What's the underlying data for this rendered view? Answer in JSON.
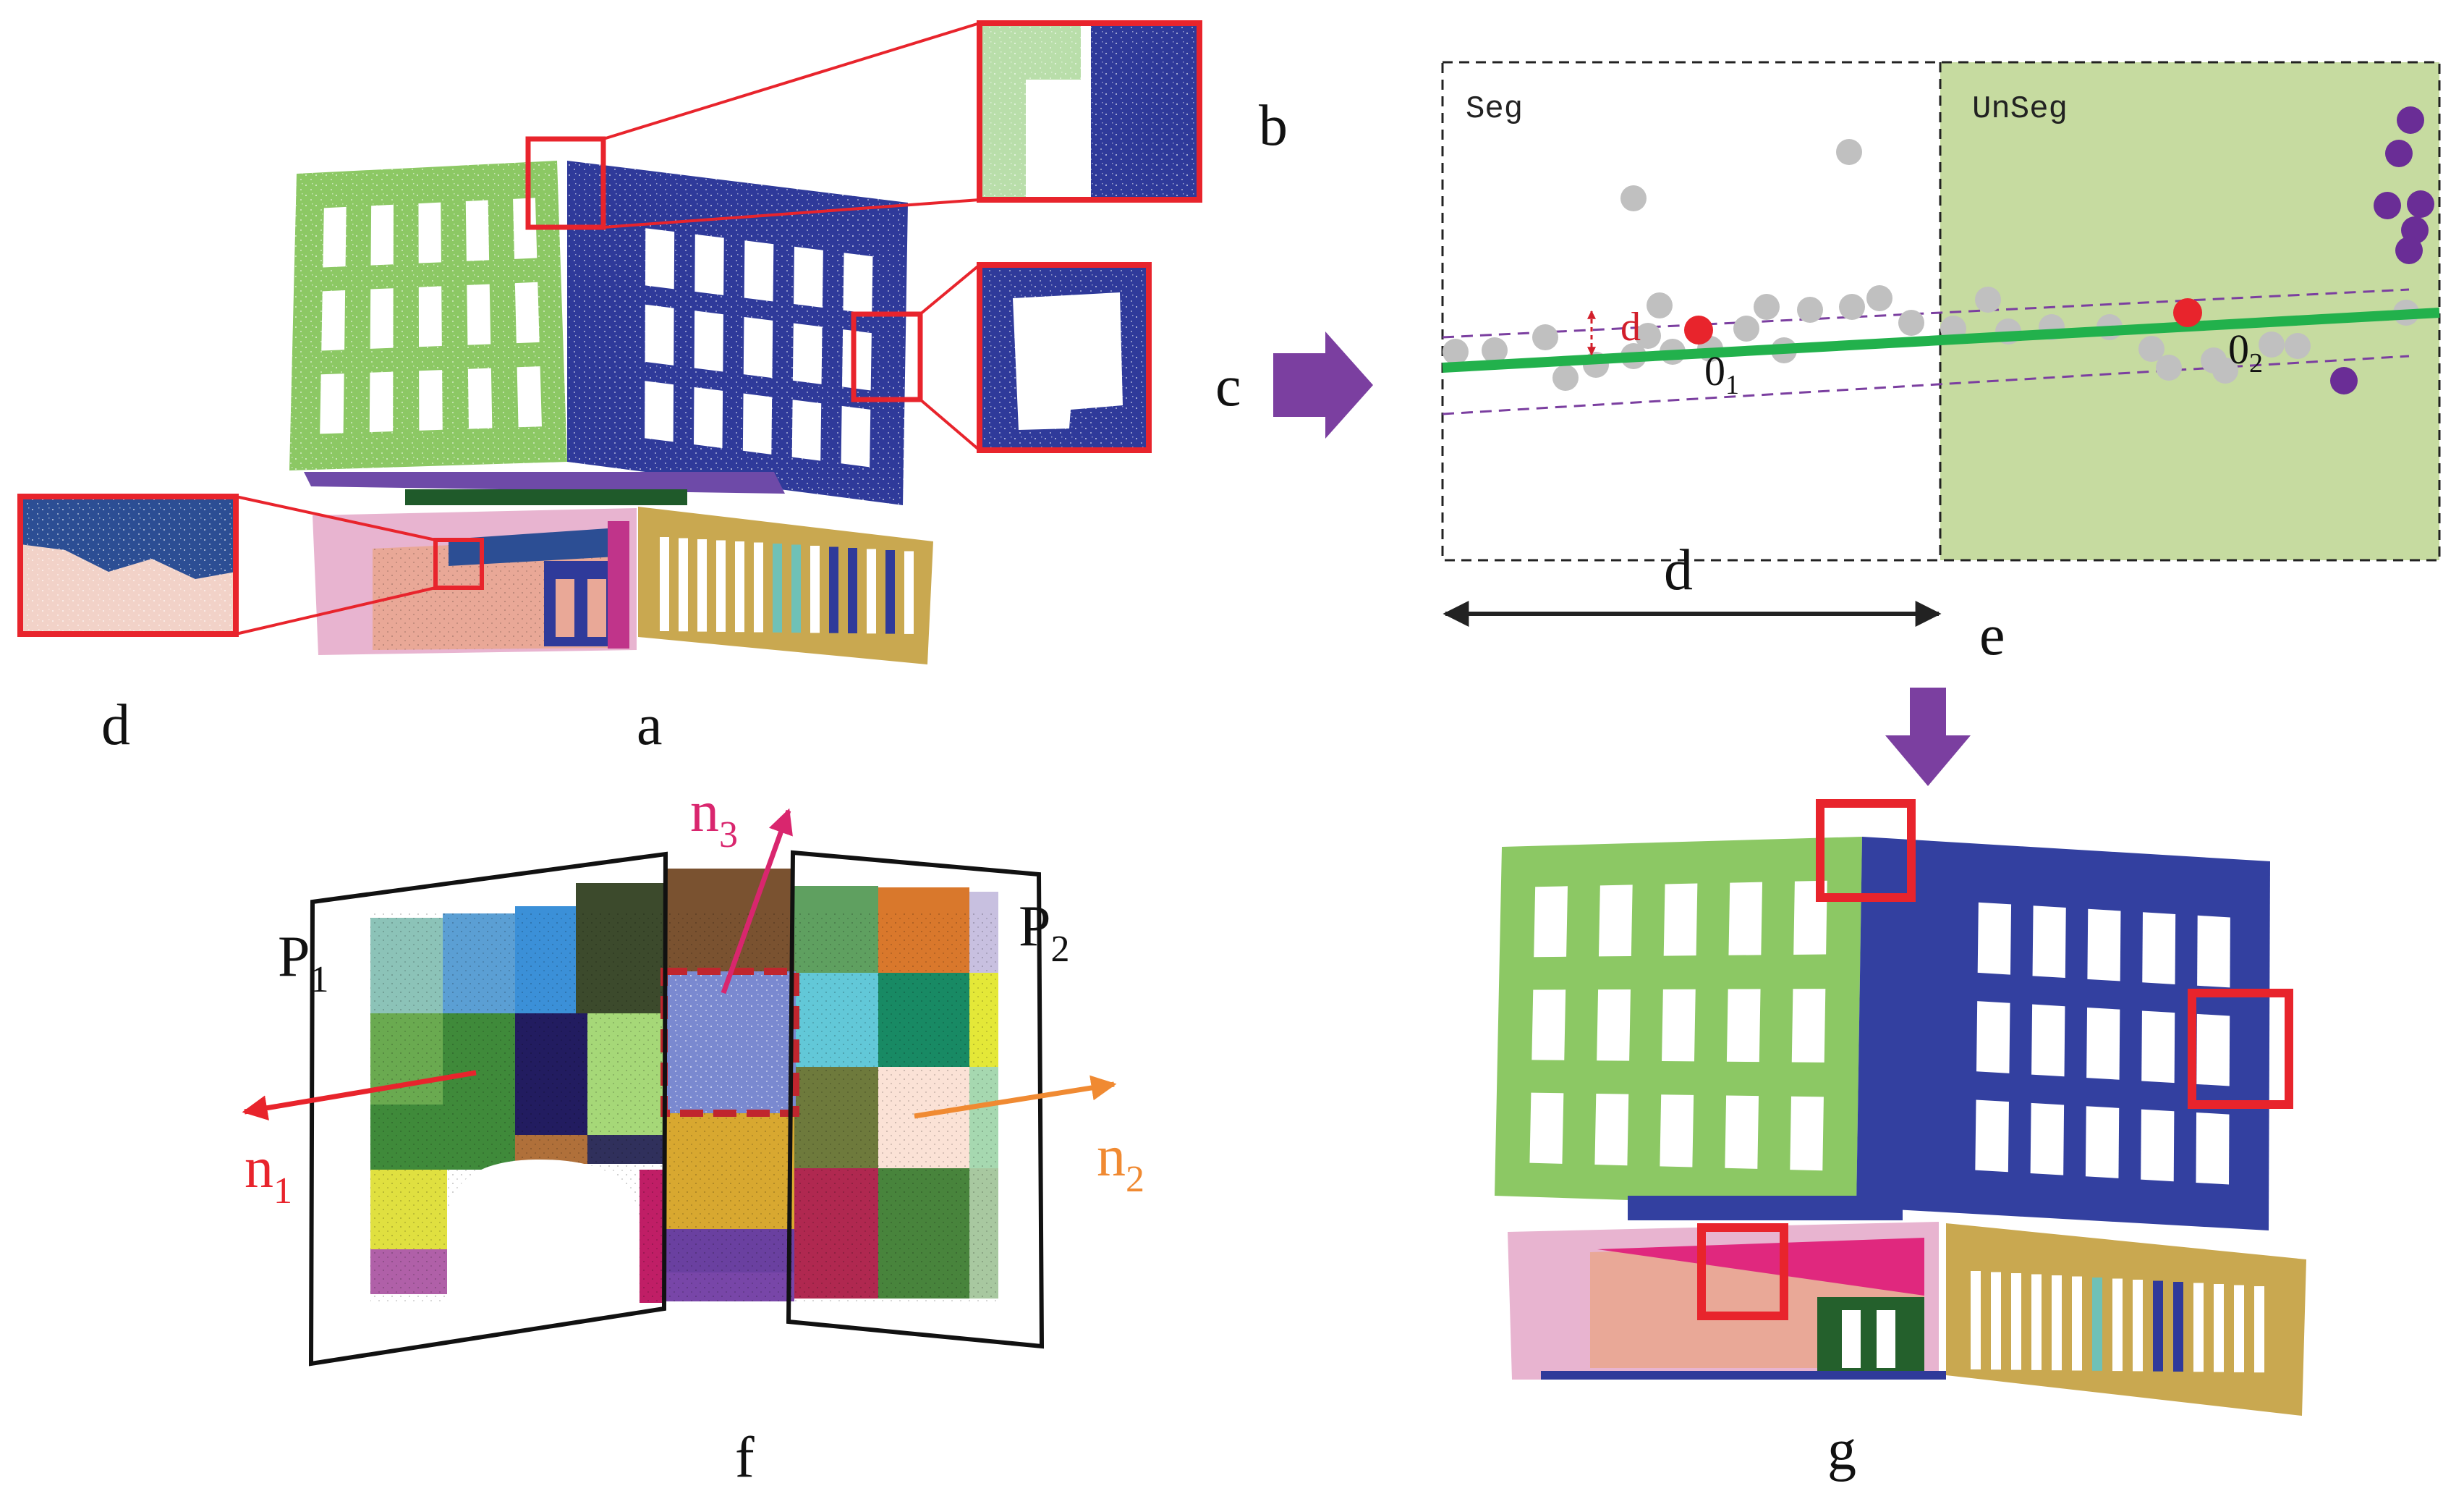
{
  "panel_labels": {
    "a": "a",
    "b": "b",
    "c": "c",
    "d_left": "d",
    "d_bottom": "d",
    "e": "e",
    "f": "f",
    "g": "g"
  },
  "diagram_c": {
    "seg_label": "Seg",
    "unseg_label": "UnSeg",
    "distance_label": "d",
    "center1_label": "0",
    "center1_sub": "1",
    "center2_label": "0",
    "center2_sub": "2"
  },
  "diagram_f": {
    "plane1": "P",
    "plane1_sub": "1",
    "plane2": "P",
    "plane2_sub": "2",
    "normal1": "n",
    "normal1_sub": "1",
    "normal2": "n",
    "normal2_sub": "2",
    "normal3": "n",
    "normal3_sub": "3"
  },
  "colors": {
    "facade_green": "#8cc864",
    "facade_blue": "#2f3a9a",
    "highlight_red": "#e8242c",
    "fit_line_green": "#22b14c",
    "arrow_purple": "#7b3fa0",
    "point_gray": "#c0c0c0",
    "point_purple": "#6a2d96",
    "unseg_bg": "#c6dba0",
    "facade_gold": "#c9a850",
    "facade_pink": "#e8b4d0",
    "facade_salmon": "#e9a897"
  }
}
